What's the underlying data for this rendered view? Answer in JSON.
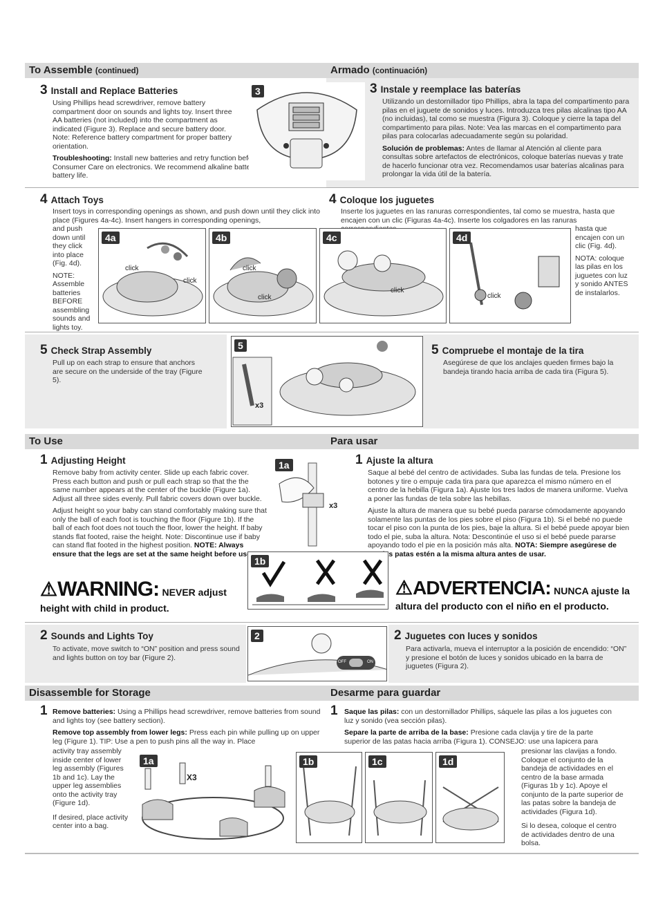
{
  "assemble": {
    "header_en": "To Assemble",
    "header_en_sub": "(continued)",
    "header_es": "Armado",
    "header_es_sub": "(continuación)",
    "step3": {
      "num": "3",
      "title_en": "Install and Replace Batteries",
      "body_en": "Using Phillips head screwdriver, remove battery compartment door on sounds and lights toy. Insert three AA batteries (not included) into the compartment as indicated (Figure 3). Replace and secure battery door. Note: Reference battery compartment for proper battery orientation.",
      "trouble_label_en": "Troubleshooting:",
      "trouble_en": "Install new batteries and retry function before calling Consumer Care on electronics. We recommend alkaline batteries for longer battery life.",
      "fig": "3",
      "title_es": "Instale y reemplace las baterías",
      "body_es": "Utilizando un destornillador tipo Phillips, abra la tapa del compartimento para pilas en el juguete de sonidos y luces. Introduzca tres pilas alcalinas tipo AA (no incluidas), tal como se muestra (Figura 3). Coloque y cierre la tapa del compartimento para pilas. Note: Vea las marcas en el compartimento para pilas para colocarlas adecuadamente según su polaridad.",
      "trouble_label_es": "Solución de problemas:",
      "trouble_es": "Antes de llamar al Atención al cliente para consultas sobre artefactos de electrónicos, coloque baterías nuevas y trate de hacerlo funcionar otra vez. Recomendamos usar baterías alcalinas para prolongar la vida útil de la batería."
    },
    "step4": {
      "num": "4",
      "title_en": "Attach Toys",
      "body_en_top": "Insert toys in corresponding openings as shown, and push down until they click into place (Figures 4a-4c). Insert hangers in corresponding openings,",
      "body_en_side": "and push down until they click into place (Fig. 4d).",
      "note_en": "NOTE: Assemble batteries BEFORE assembling sounds and lights toy.",
      "title_es": "Coloque los juguetes",
      "body_es_top": "Inserte los juguetes en las ranuras correspondientes, tal como se muestra, hasta que encajen con un clic (Figuras 4a-4c). Inserte los colgadores en las ranuras correspondientes,",
      "body_es_side": "hasta que encajen con un clic (Fig. 4d).",
      "note_es": "NOTA: coloque las pilas en los juguetes con luz y sonido ANTES de instalarlos.",
      "figs": [
        "4a",
        "4b",
        "4c",
        "4d"
      ],
      "click": "click"
    },
    "step5": {
      "num": "5",
      "title_en": "Check Strap Assembly",
      "body_en": "Pull up on each strap to ensure that anchors are secure on the underside of the tray (Figure 5).",
      "fig": "5",
      "x3": "x3",
      "title_es": "Compruebe el montaje de la tira",
      "body_es": "Asegúrese de que los anclajes queden firmes bajo la bandeja tirando hacia arriba de cada tira (Figura 5)."
    }
  },
  "use": {
    "header_en": "To Use",
    "header_es": "Para usar",
    "step1": {
      "num": "1",
      "title_en": "Adjusting Height",
      "body_en_1": "Remove baby from activity center. Slide up each fabric cover. Press each button and push or pull each strap so that the the same number appears at the center of the buckle (Figure 1a). Adjust all three sides evenly. Pull fabric covers down over buckle.",
      "body_en_2": "Adjust height so your baby can stand comfortably making sure that only the ball of each foot is touching the floor (Figure 1b). If the ball of each foot does not touch the floor, lower the height. If baby stands flat footed, raise the height. Note: Discontinue use if baby can stand flat footed in the highest position.",
      "note_en": "NOTE: Always ensure that the legs are set at the same height before use.",
      "fig_a": "1a",
      "fig_b": "1b",
      "x3": "x3",
      "title_es": "Ajuste la altura",
      "body_es_1": "Saque al bebé del centro de actividades. Suba las fundas de tela. Presione los botones y tire o empuje cada tira para que aparezca el mismo número en el centro de la hebilla (Figura 1a). Ajuste los tres lados de manera uniforme. Vuelva a poner las fundas de tela sobre las hebillas.",
      "body_es_2": "Ajuste la altura de manera que su bebé pueda pararse cómodamente apoyando solamente las puntas de los pies sobre el piso (Figura 1b). Si el bebé no puede tocar el piso con la punta de los pies, baje la altura. Si el bebé puede apoyar bien todo el pie, suba la altura. Nota: Descontinúe el uso si el bebé puede pararse apoyando todo el pie en la posición más alta.",
      "note_es": "NOTA: Siempre asegúrese de que las patas estén a la misma altura antes de usar.",
      "warning_en_big": "WARNING:",
      "warning_en_small": "NEVER adjust",
      "warning_en_line2": "height with child in product.",
      "warning_es_big": "ADVERTENCIA:",
      "warning_es_small": "NUNCA ajuste la",
      "warning_es_line2": "altura del producto con el niño en el producto."
    },
    "step2": {
      "num": "2",
      "title_en": "Sounds and Lights Toy",
      "body_en": "To activate, move switch to “ON” position and press sound and lights button on toy bar (Figure 2).",
      "fig": "2",
      "off": "OFF",
      "on": "ON",
      "title_es": "Juguetes con luces y sonidos",
      "body_es": "Para activarla, mueva el interruptor a la posición de encendido: “ON” y presione el botón de luces y sonidos ubicado en la barra de juguetes (Figura 2)."
    }
  },
  "disassemble": {
    "header_en": "Disassemble for Storage",
    "header_es": "Desarme para guardar",
    "num": "1",
    "remove_batt_label_en": "Remove batteries:",
    "remove_batt_en": "Using a Phillips head screwdriver, remove batteries from sound and lights toy (see battery section).",
    "remove_top_label_en": "Remove top assembly from lower legs:",
    "remove_top_en_top": "Press each pin while pulling up on upper leg (Figure 1). TIP: Use a pen to push pins all the way in. Place",
    "remove_top_en_side": "activity tray assembly inside center of lower leg assembly (Figures 1b and 1c). Lay the upper leg assemblies onto the activity tray (Figure 1d).",
    "if_desired_en": "If desired, place activity center into a bag.",
    "remove_batt_label_es": "Saque las pilas:",
    "remove_batt_es": "con un destornillador Phillips, sáquele las pilas a los juguetes con luz y sonido (vea sección pilas).",
    "remove_top_label_es": "Separe la parte de arriba de la base:",
    "remove_top_es_top": "Presione cada clavija y tire de la parte superior de las patas hacia arriba (Figura 1). CONSEJO: use una lapicera para",
    "remove_top_es_side": "presionar las clavijas a fondo. Coloque el conjunto de la bandeja de actividades en el centro de la base armada (Figuras 1b y 1c). Apoye el conjunto de la parte superior de las patas sobre la bandeja de actividades (Figura 1d).",
    "if_desired_es": "Si lo desea, coloque el centro de actividades dentro de una bolsa.",
    "figs": [
      "1a",
      "1b",
      "1c",
      "1d"
    ],
    "x3": "X3"
  }
}
